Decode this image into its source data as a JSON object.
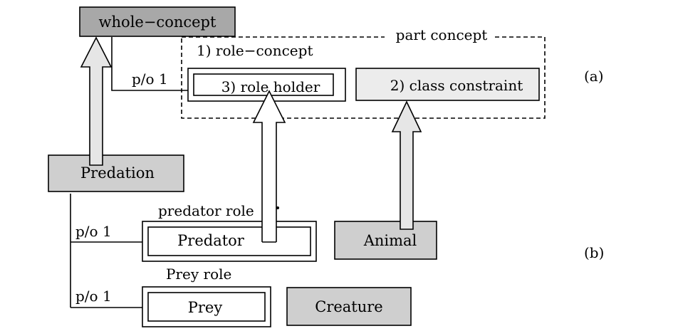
{
  "colors": {
    "dark_fill": "#a8a8a8",
    "medium_fill": "#cfcfcf",
    "light_fill": "#ececec",
    "arrow_fill": "#e6e6e6",
    "line": "#000000"
  },
  "top": {
    "whole_concept": "whole−concept",
    "part_concept": "part concept",
    "role_concept": "1) role−concept",
    "role_holder": "3) role holder",
    "class_constraint": "2) class constraint",
    "po": "p/o 1",
    "label": "(a)"
  },
  "bottom": {
    "predation": "Predation",
    "predator_role": "predator role",
    "predator": "Predator",
    "prey_role": "Prey role",
    "prey": "Prey",
    "animal": "Animal",
    "creature": "Creature",
    "po_predator": "p/o 1",
    "po_prey": "p/o 1",
    "label": "(b)"
  }
}
